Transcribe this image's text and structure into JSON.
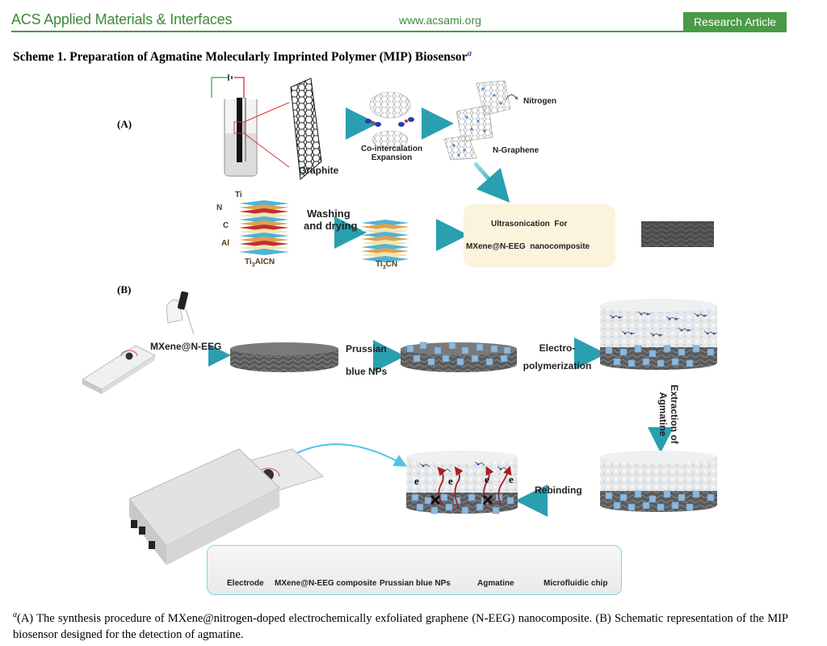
{
  "header": {
    "journal": "ACS Applied Materials & Interfaces",
    "url": "www.acsami.org",
    "article_type": "Research Article"
  },
  "scheme": {
    "title": "Scheme 1. Preparation of Agmatine Molecularly Imprinted Polymer (MIP) Biosensor",
    "title_footnote_marker": "a",
    "panel_a": {
      "label": "(A)",
      "graphite": "Graphite",
      "cointercalation": [
        "Co-intercalation",
        "Expansion"
      ],
      "nitrogen": "Nitrogen",
      "n_graphene": "N-Graphene",
      "max_layers": [
        "Ti",
        "N",
        "C",
        "Al"
      ],
      "max_phase": "Ti",
      "max_phase_sub": "3",
      "max_phase_rest": "AlCN",
      "washing": [
        "Washing",
        "and drying"
      ],
      "mxene": "Ti",
      "mxene_sub": "3",
      "mxene_rest": "CN",
      "ultrasonication": [
        "Ultrasonication  For",
        "MXene@N-EEG  nanocomposite"
      ]
    },
    "panel_b": {
      "label": "(B)",
      "step1": "MXene@N-EEG",
      "step2": [
        "Prussian",
        "blue NPs"
      ],
      "step3": [
        "Electro-",
        "polymerization"
      ],
      "step4": [
        "Extraction of",
        "Agmatine"
      ],
      "step5": "Rebinding",
      "electron": "e",
      "legend": [
        "Electrode",
        "MXene@N-EEG composite",
        "Prussian blue NPs",
        "Agmatine",
        "Microfluidic chip"
      ]
    }
  },
  "footnote": {
    "marker": "a",
    "text": "(A) The synthesis procedure of MXene@nitrogen-doped electrochemically exfoliated graphene (N-EEG) nanocomposite. (B) Schematic representation of the MIP biosensor designed for the detection of agmatine."
  },
  "colors": {
    "brand_green": "#4a9a46",
    "arrow_teal": "#3bb4c4",
    "curve_blue": "#4cc6e6",
    "pb_blue": "#8fb8dc",
    "nitrogen_blue": "#3f8fd8",
    "ultra_box": "#fbf3dc"
  }
}
